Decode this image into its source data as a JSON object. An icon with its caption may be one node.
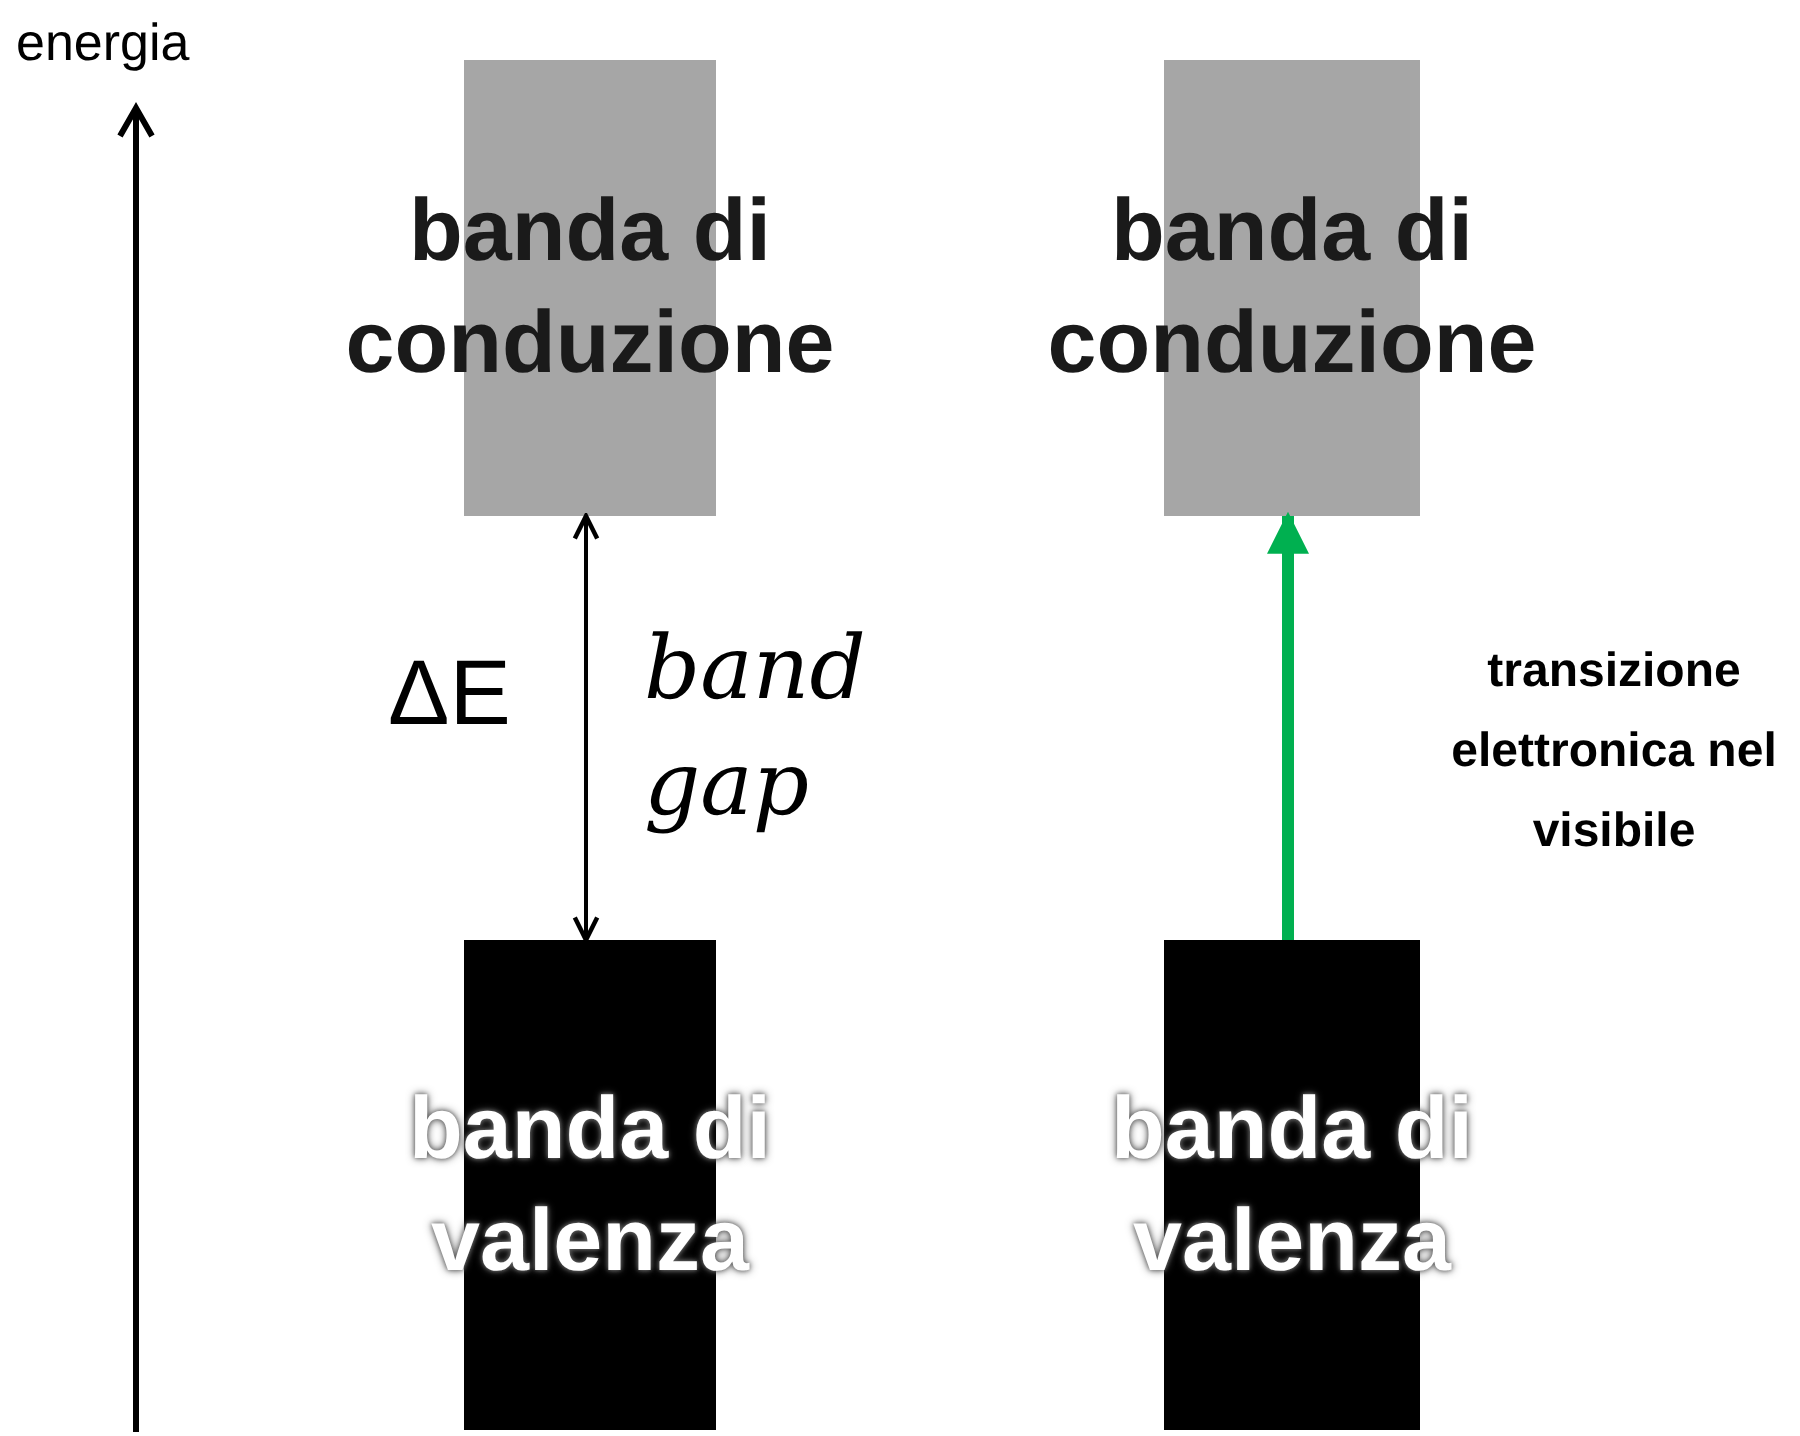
{
  "diagram": {
    "nodes": [
      {
        "text": [
          "banda di conduzione"
        ]
      },
      {
        "text": [
          "banda di valenza"
        ]
      },
      {
        "text": [
          "banda di conduzione"
        ]
      },
      {
        "text": [
          "banda di valenza"
        ]
      }
    ],
    "edges": [
      {
        "from": 1,
        "to": 0,
        "arrow": "both"
      },
      {
        "from": 3,
        "to": 2,
        "arrow": "to",
        "style": "thick",
        "color": "#00b050"
      }
    ],
    "labels": [
      "energia",
      "ΔE",
      "band gap",
      "transizione elettronica nel visibile"
    ]
  }
}
